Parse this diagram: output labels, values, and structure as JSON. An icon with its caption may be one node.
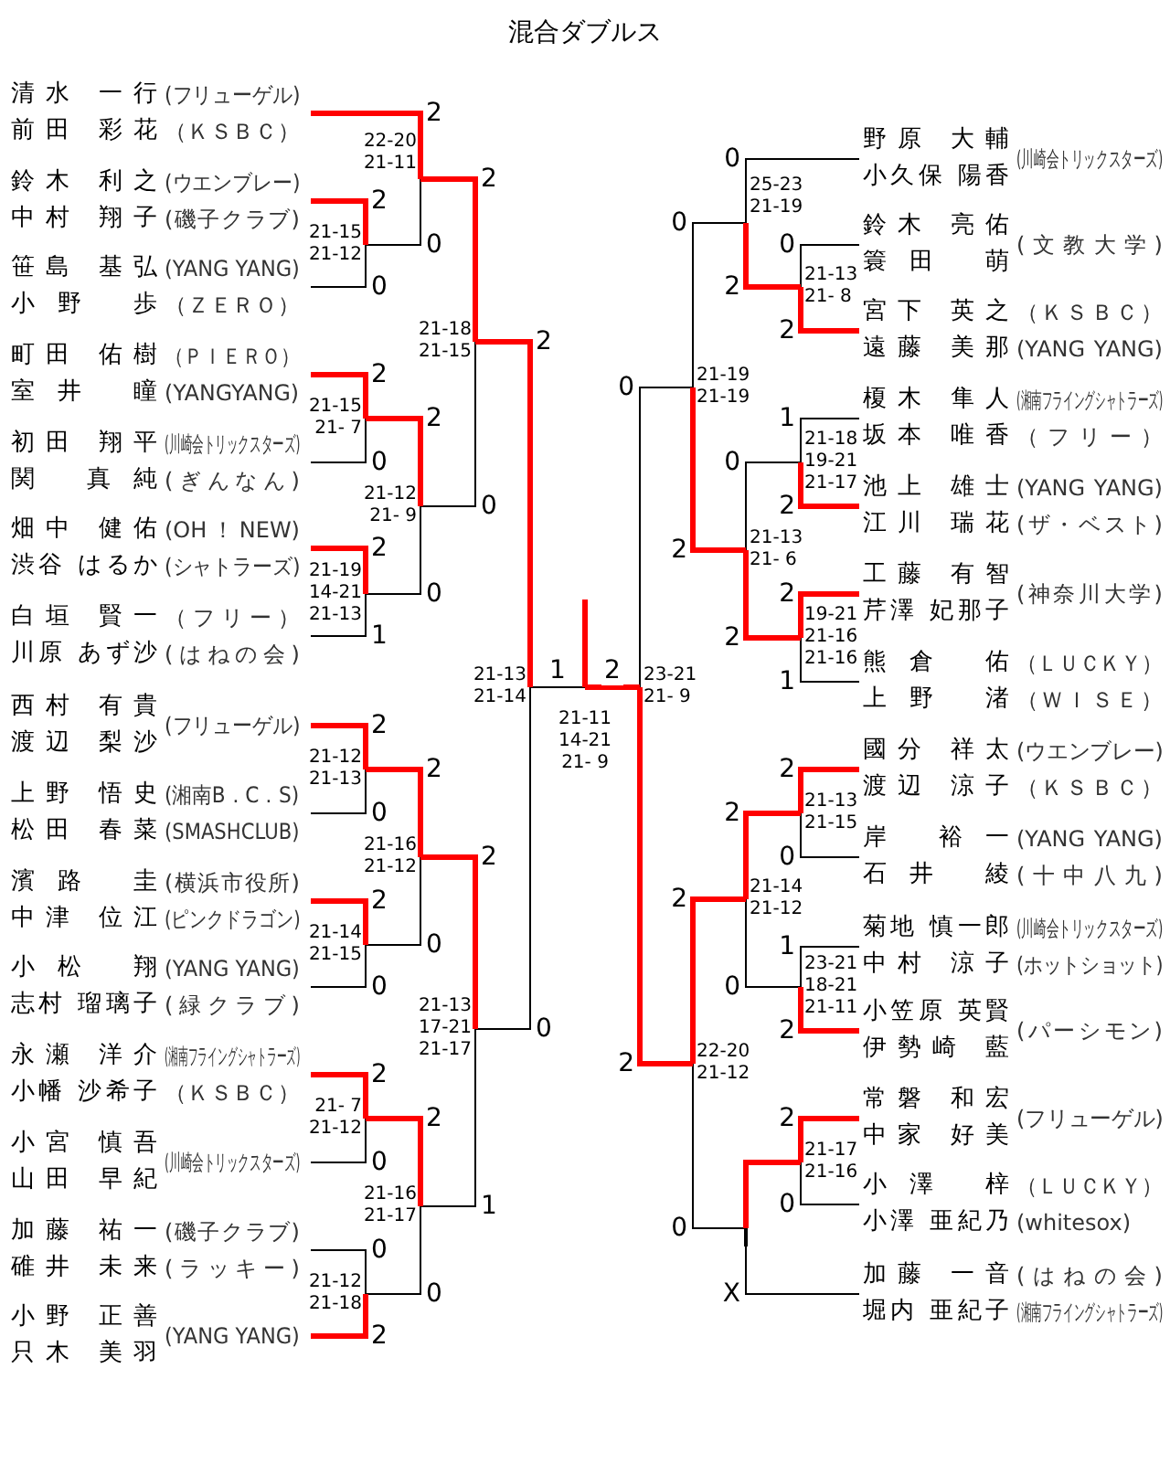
{
  "diagram": {
    "title": "混合ダブルス",
    "nodes": [
      {
        "text": [
          "清水 一行",
          "(フリューゲル)",
          "前田 彩花",
          "（ＫＳＢＣ）"
        ]
      },
      {
        "text": [
          "鈴木 利之",
          "(ウエンブレー)",
          "中村 翔子",
          "(磯子クラブ)"
        ]
      },
      {
        "text": [
          "笹島 基弘",
          "(YANG YANG)",
          "小野 歩",
          "（ＺＥＲＯ）"
        ]
      },
      {
        "text": [
          "町田 佑樹",
          "（ＰＩＥＲＯ）",
          "室井 瞳",
          "(YANGYANG)"
        ]
      },
      {
        "text": [
          "初田 翔平",
          "(川崎会トリックスターズ)",
          "関 真純",
          "(ぎんなん)"
        ]
      },
      {
        "text": [
          "畑中 健佑",
          "(OH！NEW)",
          "渋谷 はるか",
          "(シャトラーズ)"
        ]
      },
      {
        "text": [
          "白垣 賢一",
          "（フリー）",
          "川原 あず沙",
          "(はねの会)"
        ]
      },
      {
        "text": [
          "西村 有貴",
          "渡辺 梨沙",
          "(フリューゲル)"
        ]
      },
      {
        "text": [
          "上野 悟史",
          "(湘南B．C．S)",
          "松田 春菜",
          "(SMASHCLUB)"
        ]
      },
      {
        "text": [
          "濱路 圭",
          "(横浜市役所)",
          "中津 位江",
          "(ピンクドラゴン)"
        ]
      },
      {
        "text": [
          "小松 翔",
          "(YANG YANG)",
          "志村 瑠璃子",
          "(緑クラブ)"
        ]
      },
      {
        "text": [
          "永瀬 洋介",
          "(湘南フライングシャトラーズ)",
          "小幡 沙希子",
          "（ＫＳＢＣ）"
        ]
      },
      {
        "text": [
          "小宮 慎吾",
          "山田 早紀",
          "(川崎会トリックスターズ)"
        ]
      },
      {
        "text": [
          "加藤 祐一",
          "(磯子クラブ)",
          "碓井 未来",
          "(ラッキー)"
        ]
      },
      {
        "text": [
          "小野 正善",
          "只木 美羽",
          "(YANG YANG)"
        ]
      },
      {
        "text": [
          "野原 大輔",
          "小久保 陽香",
          "(川崎会トリックスターズ)"
        ]
      },
      {
        "text": [
          "鈴木 亮佑",
          "簑田 萌",
          "(文教大学)"
        ]
      },
      {
        "text": [
          "宮下 英之",
          "（ＫＳＢＣ）",
          "遠藤 美那",
          "(YANG YANG)"
        ]
      },
      {
        "text": [
          "榎木 隼人",
          "(湘南フライングシャトラーズ)",
          "坂本 唯香",
          "（フリー）"
        ]
      },
      {
        "text": [
          "池上 雄士",
          "(YANG YANG)",
          "江川 瑞花",
          "(ザ・ベスト)"
        ]
      },
      {
        "text": [
          "工藤 有智",
          "芹澤 妃那子",
          "(神奈川大学)"
        ]
      },
      {
        "text": [
          "熊倉 佑",
          "（ＬＵＣＫＹ）",
          "上野 渚",
          "（ＷＩＳＥ）"
        ]
      },
      {
        "text": [
          "國分 祥太",
          "(ウエンブレー)",
          "渡辺 涼子",
          "（ＫＳＢＣ）"
        ]
      },
      {
        "text": [
          "岸 裕一",
          "(YANG YANG)",
          "石井 綾",
          "(十中八九)"
        ]
      },
      {
        "text": [
          "菊地 慎一郎",
          "(川崎会トリックスターズ)",
          "中村 涼子",
          "(ホットショット)"
        ]
      },
      {
        "text": [
          "小笠原 英賢",
          "伊勢崎 藍",
          "(パーシモン)"
        ]
      },
      {
        "text": [
          "常磐 和宏",
          "中家 好美",
          "(フリューゲル)"
        ]
      },
      {
        "text": [
          "小澤 梓",
          "（ＬＵＣＫＹ）",
          "小澤 亜紀乃",
          "(whitesox)"
        ]
      },
      {
        "text": [
          "加藤 一音",
          "(はねの会)",
          "堀内 亜紀子",
          "(湘南フライングシャトラーズ)"
        ]
      },
      {
        "text": [
          "21-15",
          "21-12"
        ]
      },
      {
        "text": [
          "22-20",
          "21-11"
        ]
      },
      {
        "text": [
          "21-15",
          "21- 7"
        ]
      },
      {
        "text": [
          "21-19",
          "14-21",
          "21-13"
        ]
      },
      {
        "text": [
          "21-12",
          "21- 9"
        ]
      },
      {
        "text": [
          "21-18",
          "21-15"
        ]
      },
      {
        "text": [
          "21-12",
          "21-13"
        ]
      },
      {
        "text": [
          "21-14",
          "21-15"
        ]
      },
      {
        "text": [
          "21-16",
          "21-12"
        ]
      },
      {
        "text": [
          "21- 7",
          "21-12"
        ]
      },
      {
        "text": [
          "21-12",
          "21-18"
        ]
      },
      {
        "text": [
          "21-16",
          "21-17"
        ]
      },
      {
        "text": [
          "21-13",
          "17-21",
          "21-17"
        ]
      },
      {
        "text": [
          "21-13",
          "21-14"
        ]
      },
      {
        "text": [
          "21-13",
          "21- 8"
        ]
      },
      {
        "text": [
          "25-23",
          "21-19"
        ]
      },
      {
        "text": [
          "21-18",
          "19-21",
          "21-17"
        ]
      },
      {
        "text": [
          "19-21",
          "21-16",
          "21-16"
        ]
      },
      {
        "text": [
          "21-13",
          "21- 6"
        ]
      },
      {
        "text": [
          "21-19",
          "21-19"
        ]
      },
      {
        "text": [
          "21-13",
          "21-15"
        ]
      },
      {
        "text": [
          "23-21",
          "18-21",
          "21-11"
        ]
      },
      {
        "text": [
          "21-14",
          "21-12"
        ]
      },
      {
        "text": [
          "21-17",
          "21-16"
        ]
      },
      {
        "text": [],
        "shape": "bar"
      },
      {
        "text": [
          "22-20",
          "21-12"
        ]
      },
      {
        "text": [
          "23-21",
          "21- 9"
        ]
      },
      {
        "text": [
          "21-11",
          "14-21",
          "21- 9"
        ]
      }
    ],
    "edges": [
      {
        "from": 1,
        "to": 29,
        "arrow": "none",
        "label": "2"
      },
      {
        "from": 2,
        "to": 29,
        "arrow": "none",
        "label": "0",
        "color": "#000000"
      },
      {
        "from": 0,
        "to": 30,
        "arrow": "none",
        "label": "2"
      },
      {
        "from": 29,
        "to": 30,
        "arrow": "none",
        "label": "0",
        "color": "#000000"
      },
      {
        "from": 3,
        "to": 31,
        "arrow": "none",
        "label": "2"
      },
      {
        "from": 4,
        "to": 31,
        "arrow": "none",
        "label": "0",
        "color": "#000000"
      },
      {
        "from": 5,
        "to": 32,
        "arrow": "none",
        "label": "2"
      },
      {
        "from": 6,
        "to": 32,
        "arrow": "none",
        "label": "1",
        "color": "#000000"
      },
      {
        "from": 31,
        "to": 33,
        "arrow": "none",
        "label": "2"
      },
      {
        "from": 32,
        "to": 33,
        "arrow": "none",
        "label": "0",
        "color": "#000000"
      },
      {
        "from": 30,
        "to": 34,
        "arrow": "none",
        "label": "2"
      },
      {
        "from": 33,
        "to": 34,
        "arrow": "none",
        "label": "0",
        "color": "#000000"
      },
      {
        "from": 7,
        "to": 35,
        "arrow": "none",
        "label": "2"
      },
      {
        "from": 8,
        "to": 35,
        "arrow": "none",
        "label": "0",
        "color": "#000000"
      },
      {
        "from": 9,
        "to": 36,
        "arrow": "none",
        "label": "2"
      },
      {
        "from": 10,
        "to": 36,
        "arrow": "none",
        "label": "0",
        "color": "#000000"
      },
      {
        "from": 35,
        "to": 37,
        "arrow": "none",
        "label": "2"
      },
      {
        "from": 36,
        "to": 37,
        "arrow": "none",
        "label": "0",
        "color": "#000000"
      },
      {
        "from": 11,
        "to": 38,
        "arrow": "none",
        "label": "2"
      },
      {
        "from": 12,
        "to": 38,
        "arrow": "none",
        "label": "0",
        "color": "#000000"
      },
      {
        "from": 13,
        "to": 39,
        "arrow": "none",
        "label": "0",
        "color": "#000000"
      },
      {
        "from": 14,
        "to": 39,
        "arrow": "none",
        "label": "2"
      },
      {
        "from": 38,
        "to": 40,
        "arrow": "none",
        "label": "2"
      },
      {
        "from": 39,
        "to": 40,
        "arrow": "none",
        "label": "0",
        "color": "#000000"
      },
      {
        "from": 37,
        "to": 41,
        "arrow": "none",
        "label": "2"
      },
      {
        "from": 40,
        "to": 41,
        "arrow": "none",
        "label": "1",
        "color": "#000000"
      },
      {
        "from": 34,
        "to": 42,
        "arrow": "none",
        "label": "2"
      },
      {
        "from": 41,
        "to": 42,
        "arrow": "none",
        "label": "0",
        "color": "#000000"
      },
      {
        "from": 16,
        "to": 43,
        "arrow": "none",
        "label": "0",
        "color": "#000000"
      },
      {
        "from": 17,
        "to": 43,
        "arrow": "none",
        "label": "2"
      },
      {
        "from": 15,
        "to": 44,
        "arrow": "none",
        "label": "0",
        "color": "#000000"
      },
      {
        "from": 43,
        "to": 44,
        "arrow": "none",
        "label": "2"
      },
      {
        "from": 18,
        "to": 45,
        "arrow": "none",
        "label": "1",
        "color": "#000000"
      },
      {
        "from": 19,
        "to": 45,
        "arrow": "none",
        "label": "2"
      },
      {
        "from": 20,
        "to": 46,
        "arrow": "none",
        "label": "2"
      },
      {
        "from": 21,
        "to": 46,
        "arrow": "none",
        "label": "1",
        "color": "#000000"
      },
      {
        "from": 45,
        "to": 47,
        "arrow": "none",
        "label": "0",
        "color": "#000000"
      },
      {
        "from": 46,
        "to": 47,
        "arrow": "none",
        "label": "2"
      },
      {
        "from": 44,
        "to": 48,
        "arrow": "none",
        "label": "0",
        "color": "#000000"
      },
      {
        "from": 47,
        "to": 48,
        "arrow": "none",
        "label": "2"
      },
      {
        "from": 22,
        "to": 49,
        "arrow": "none",
        "label": "2"
      },
      {
        "from": 23,
        "to": 49,
        "arrow": "none",
        "label": "0",
        "color": "#000000"
      },
      {
        "from": 24,
        "to": 50,
        "arrow": "none",
        "label": "1",
        "color": "#000000"
      },
      {
        "from": 25,
        "to": 50,
        "arrow": "none",
        "label": "2"
      },
      {
        "from": 49,
        "to": 51,
        "arrow": "none",
        "label": "2"
      },
      {
        "from": 50,
        "to": 51,
        "arrow": "none",
        "label": "0",
        "color": "#000000"
      },
      {
        "from": 26,
        "to": 52,
        "arrow": "none",
        "label": "2"
      },
      {
        "from": 27,
        "to": 52,
        "arrow": "none",
        "label": "0",
        "color": "#000000"
      },
      {
        "from": 52,
        "to": 53,
        "arrow": "none"
      },
      {
        "from": 28,
        "to": 53,
        "arrow": "none",
        "label": "X",
        "color": "#000000"
      },
      {
        "from": 51,
        "to": 54,
        "arrow": "none",
        "label": "2"
      },
      {
        "from": 53,
        "to": 54,
        "arrow": "none",
        "label": "0",
        "color": "#000000"
      },
      {
        "from": 48,
        "to": 55,
        "arrow": "none",
        "label": "0",
        "color": "#000000"
      },
      {
        "from": 54,
        "to": 55,
        "arrow": "none",
        "label": "2"
      },
      {
        "from": 42,
        "to": 56,
        "arrow": "none",
        "label": "1",
        "color": "#000000"
      },
      {
        "from": 55,
        "to": 56,
        "arrow": "none",
        "label": "2"
      },
      {
        "from": 56,
        "to": null,
        "arrow": "none"
      }
    ]
  }
}
